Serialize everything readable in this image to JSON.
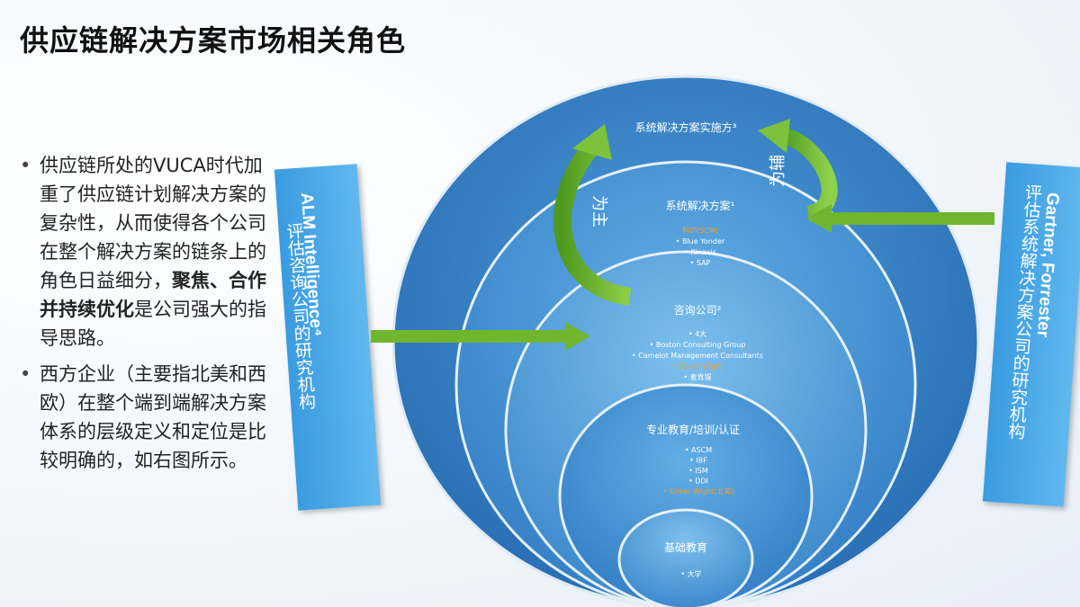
{
  "title": "供应链解决方案市场相关角色",
  "bullets": {
    "b1_pre": "供应链所处的VUCA时代加重了供应链计划解决方案的复杂性，从而使得各个公司在整个解决方案的链条上的角色日益细分，",
    "b1_bold": "聚焦、合作并持续优化",
    "b1_post": "是公司强大的指导思路。",
    "b2": "西方企业（主要指北美和西欧）在整个端到端解决方案体系的层级定义和定位是比较明确的，如右图所示。"
  },
  "left_box": {
    "line1": "ALM Intelligence⁴",
    "line2": "评估咨询公司的研究机构"
  },
  "right_box": {
    "line1": "Gartner, Forrester",
    "line2": "评估系统解决方案公司的研究机构"
  },
  "cycle": {
    "main_label": "为主",
    "aux_label": "为辅"
  },
  "layers": {
    "implementer": {
      "title": "系统解决方案实施方³"
    },
    "solution": {
      "title": "系统解决方案¹",
      "items": [
        "科印(SCM)",
        "• Blue Yonder",
        "• Kinaxis",
        "• SAP"
      ]
    },
    "consulting": {
      "title": "咨询公司²",
      "items": [
        "• 4大",
        "• Boston Consulting Group",
        "• Camelot Management Consultants",
        "• Oliver Wight",
        "• 麦肯锡"
      ]
    },
    "training": {
      "title": "专业教育/培训/认证",
      "items": [
        "• ASCM",
        "• IBF",
        "• ISM",
        "• DDI",
        "• Oliver Wight(北美)"
      ]
    },
    "basic": {
      "title": "基础教育",
      "items": [
        "• 大学"
      ]
    }
  },
  "colors": {
    "ellipse_outer": "#2f7ec4",
    "ellipse_inner": "#5ba6de",
    "arrow_green": "#6fb52e",
    "highlight": "#f0a030",
    "box_blue": "#45a7e6"
  }
}
